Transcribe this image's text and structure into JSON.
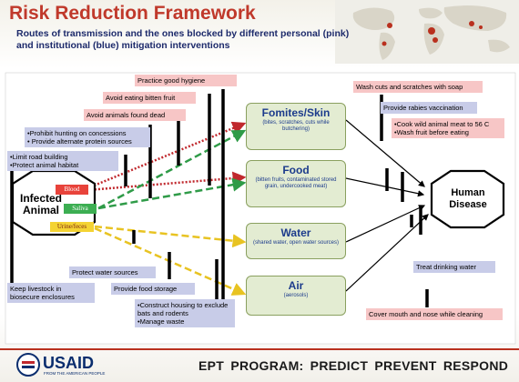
{
  "header": {
    "title": "Risk Reduction Framework",
    "subtitle": "Routes of transmission and the ones blocked by different personal (pink) and institutional (blue) mitigation interventions"
  },
  "source": {
    "label": "Infected Animal",
    "tags": [
      "Blood",
      "Saliva",
      "Urine/feces"
    ]
  },
  "routes": [
    {
      "title": "Fomites/Skin",
      "detail": "(bites, scratches, cuts while butchering)"
    },
    {
      "title": "Food",
      "detail": "(bitten fruits, contaminated stored grain, undercooked meat)"
    },
    {
      "title": "Water",
      "detail": "(shared water, open water sources)"
    },
    {
      "title": "Air",
      "detail": "(aerosols)"
    }
  ],
  "target": {
    "label": "Human Disease"
  },
  "interventions": {
    "practice_hygiene": "Practice good hygiene",
    "avoid_bitten_fruit": "Avoid eating bitten fruit",
    "avoid_dead_animals": "Avoid animals found dead",
    "hunting_1": "•Prohibit hunting on concessions",
    "hunting_2": "• Provide alternate protein sources",
    "road_1": "•Limit road building",
    "road_2": "•Protect animal habitat",
    "water_sources": "Protect water sources",
    "food_storage": "Provide food storage",
    "livestock": "Keep livestock in biosecure enclosures",
    "housing_1": "•Construct housing to exclude bats and rodents",
    "housing_2": "•Manage waste",
    "wash_cuts": "Wash cuts and scratches with soap",
    "rabies": "Provide rabies vaccination",
    "cook_1": "•Cook wild animal meat to 56  C",
    "cook_2": "•Wash fruit before eating",
    "treat_water": "Treat drinking water",
    "cover_mouth": "Cover mouth and nose while cleaning"
  },
  "colors": {
    "personal": "#f7c6c6",
    "institutional": "#c8cce8",
    "title": "#c0392b",
    "route_fill": "#e3ecd2"
  },
  "footer": {
    "logo": "USAID",
    "logo_tagline": "FROM THE AMERICAN PEOPLE",
    "program": "EPT PROGRAM:  PREDICT  PREVENT  RESPOND"
  }
}
